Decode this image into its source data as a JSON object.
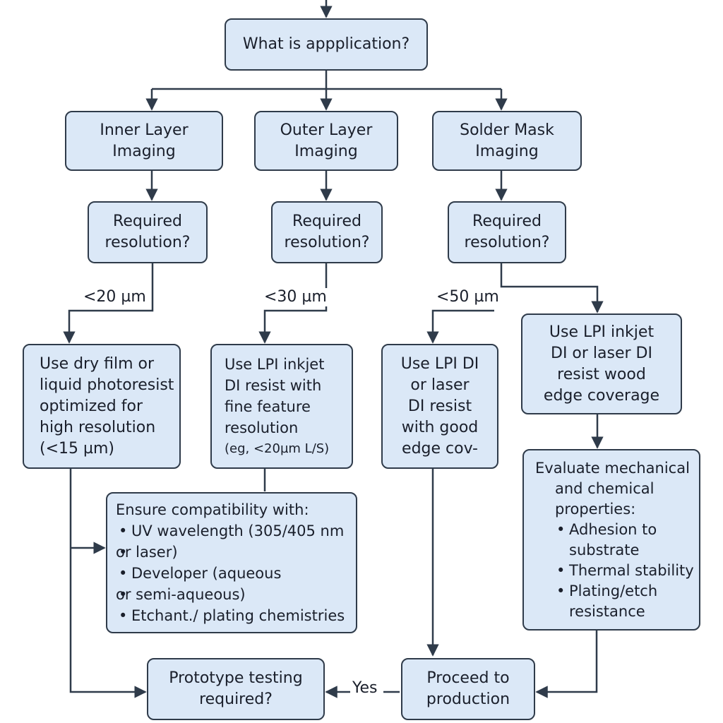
{
  "nodes": {
    "start": {
      "lines": [
        "What is appplication?"
      ]
    },
    "inner_layer": {
      "lines": [
        "Inner Layer",
        "Imaging"
      ]
    },
    "outer_layer": {
      "lines": [
        "Outer Layer",
        "Imaging"
      ]
    },
    "solder_mask": {
      "lines": [
        "Solder Mask",
        "Imaging"
      ]
    },
    "res_inner": {
      "lines": [
        "Required",
        "resolution?"
      ]
    },
    "res_outer": {
      "lines": [
        "Required",
        "resolution?"
      ]
    },
    "res_solder": {
      "lines": [
        "Required",
        "resolution?"
      ]
    },
    "dry_film": {
      "lines": [
        "Use dry film or",
        "liquid photoresist",
        "optimized for",
        "high resolution",
        "(<15 µm)"
      ]
    },
    "lpi_fine": {
      "lines": [
        "Use LPI inkjet",
        "DI resist with",
        "fine feature",
        "resolution",
        "(eg, <20µm L/S)"
      ]
    },
    "lpi_edge": {
      "lines": [
        "Use LPI DI",
        "or laser",
        "DI resist",
        "with good",
        "edge cov-"
      ]
    },
    "lpi_wood": {
      "lines": [
        "Use LPI inkjet",
        "DI or laser DI",
        "resist wood",
        "edge coverage"
      ]
    },
    "compat": {
      "heading": "Ensure compatibility  with:",
      "bullets": [
        [
          "UV wavelength (305/405 nm",
          "or laser)"
        ],
        [
          "Developer (aqueous",
          "or semi-aqueous)"
        ],
        [
          "Etchant./ plating chemistries"
        ]
      ]
    },
    "evaluate": {
      "heading": [
        "Evaluate mechanical",
        "and chemical",
        "properties:"
      ],
      "bullets": [
        [
          "Adhesion to",
          "substrate"
        ],
        [
          "Thermal stability"
        ],
        [
          "Plating/etch",
          "resistance"
        ]
      ]
    },
    "prototype": {
      "lines": [
        "Prototype testing",
        "required?"
      ]
    },
    "proceed": {
      "lines": [
        "Proceed to",
        "production"
      ]
    }
  },
  "edge_labels": {
    "lt20": "<20 µm",
    "lt30": "<30 µm",
    "lt50": "<50 µm",
    "yes": "Yes"
  }
}
